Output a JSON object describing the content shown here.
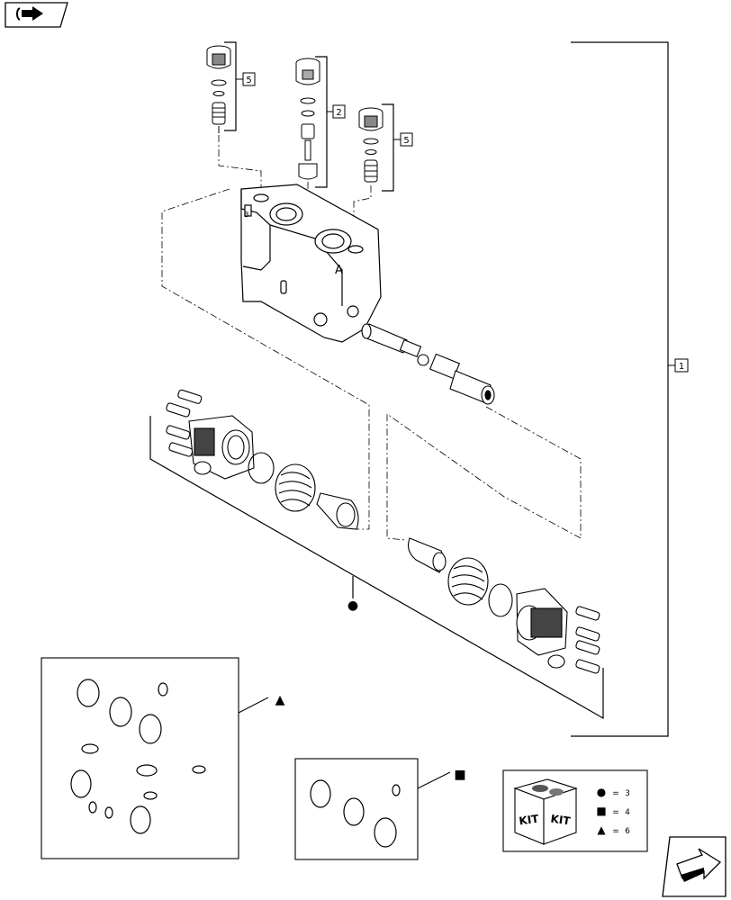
{
  "nav": {
    "top_icon": "book-arrow-icon",
    "bottom_icon": "next-page-arrow-icon"
  },
  "callouts": {
    "top_right": "1",
    "cartridge_left": "5",
    "cartridge_middle": "2",
    "cartridge_right": "5"
  },
  "assembly": {
    "port_letter_a": "A",
    "port_letter_b": "B"
  },
  "kit_symbols": {
    "circle": "●",
    "square": "■",
    "triangle": "▲"
  },
  "kit_legend": {
    "badge_left": "KIT",
    "badge_right": "KIT",
    "rows": [
      {
        "symbol": "●",
        "equals": "=",
        "value": "3"
      },
      {
        "symbol": "■",
        "equals": "=",
        "value": "4"
      },
      {
        "symbol": "▲",
        "equals": "=",
        "value": "6"
      }
    ]
  }
}
